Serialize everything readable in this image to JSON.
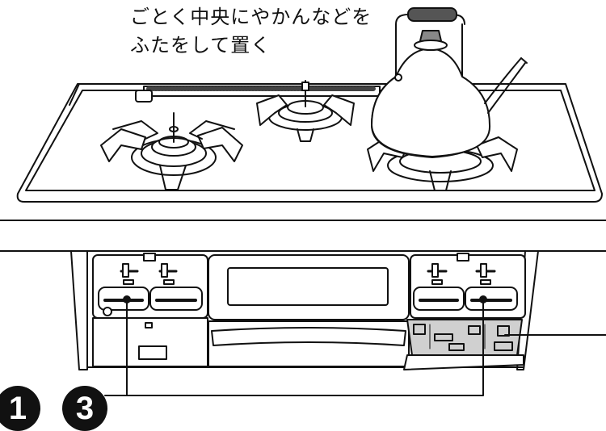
{
  "caption": {
    "line1": "ごとく中央にやかんなどを",
    "line2": "ふたをして置く"
  },
  "callouts": [
    {
      "number": "1"
    },
    {
      "number": "3"
    }
  ],
  "colors": {
    "line": "#111111",
    "panel_fill": "#d0d0d0",
    "kettle_handle": "#555555",
    "badge": "#111111"
  }
}
